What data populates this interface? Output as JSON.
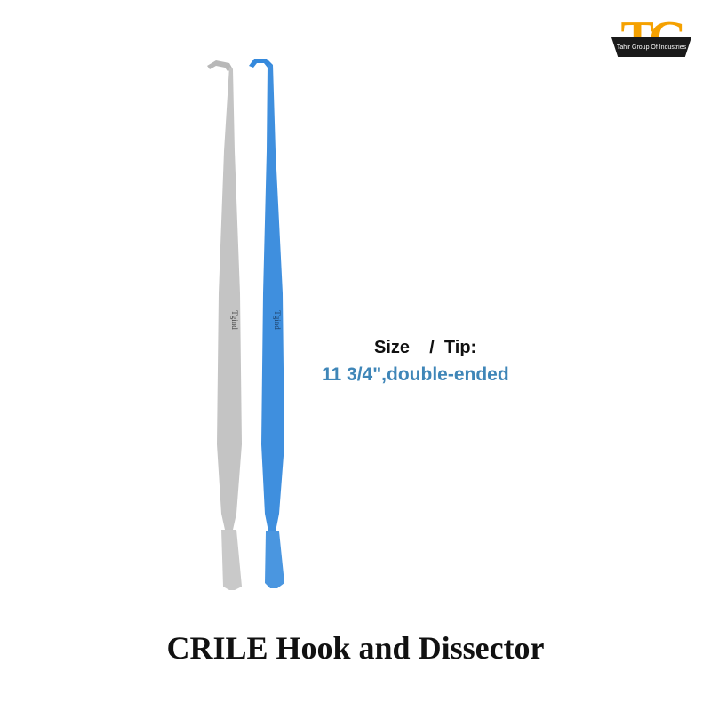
{
  "brand": {
    "logo_letters": "TG",
    "logo_tagline": "Tahir Group Of Industries",
    "logo_color": "#f5a100"
  },
  "product": {
    "title": "CRILE Hook and Dissector",
    "spec_label": "Size    /  Tip:",
    "spec_value": "11 3/4\",double-ended",
    "engraving": "Tgind",
    "instruments": [
      {
        "finish": "stainless",
        "color": "#c2c2c2"
      },
      {
        "finish": "blue-coated",
        "color": "#3f8fde"
      }
    ]
  }
}
